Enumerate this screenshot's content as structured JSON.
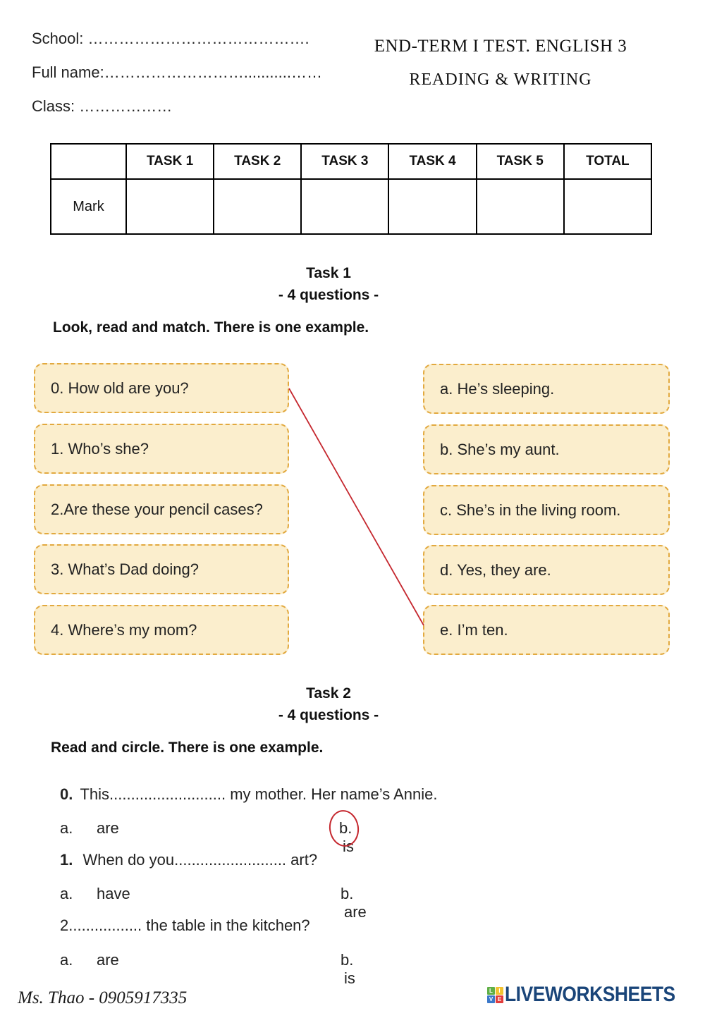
{
  "header": {
    "school_label": "School: …………………………………….",
    "fullname_label": "Full name:………………………...........……",
    "class_label": "Class: ………………",
    "title_line1": "END-TERM  I TEST. ENGLISH 3",
    "title_line2": "READING & WRITING"
  },
  "score_table": {
    "columns": [
      "",
      "TASK 1",
      "TASK 2",
      "TASK 3",
      "TASK 4",
      "TASK 5",
      "TOTAL"
    ],
    "row_label": "Mark"
  },
  "task1": {
    "title": "Task 1",
    "subtitle": "- 4 questions -",
    "instruction": "Look, read and match. There is one example.",
    "left_items": [
      "0. How old are you?",
      "1. Who’s she?",
      "2.Are these your pencil cases?",
      "3. What’s Dad doing?",
      "4. Where’s my mom?"
    ],
    "right_items": [
      "a. He’s sleeping.",
      "b. She’s my aunt.",
      "c. She’s in the living room.",
      "d. Yes, they are.",
      "e. I’m ten."
    ],
    "example_match": "0 → e"
  },
  "task2": {
    "title": "Task 2",
    "subtitle": "- 4 questions -",
    "instruction": "Read and circle. There is one example.",
    "q0": {
      "num": "0.",
      "text": "This........................... my mother. Her name’s Annie.",
      "a_label": "a.",
      "a_word": "are",
      "b_label": "b.",
      "b_word": "is",
      "circled_option": "b"
    },
    "q1": {
      "num": "1.",
      "text": "When do you.......................... art?",
      "a_label": "a.",
      "a_word": "have",
      "b_label": "b.",
      "b_word": "are"
    },
    "q2": {
      "num": "2",
      "text": "................. the table in the kitchen?",
      "a_label": "a.",
      "a_word": "are",
      "b_label": "b.",
      "b_word": "is"
    }
  },
  "footer": {
    "teacher": "Ms. Thao - 0905917335",
    "logo": {
      "squares": [
        "L",
        "I",
        "V",
        "E"
      ],
      "text": "LIVEWORKSHEETS"
    }
  },
  "colors": {
    "box_fill": "#FBEECD",
    "box_border": "#E2A93F",
    "annotation_red": "#C5282F",
    "logo_text_blue": "#1A4579",
    "logo_green": "#5FAF46",
    "logo_yellow": "#F2C230",
    "logo_blue": "#3B78C9",
    "logo_red": "#E23C3C"
  }
}
